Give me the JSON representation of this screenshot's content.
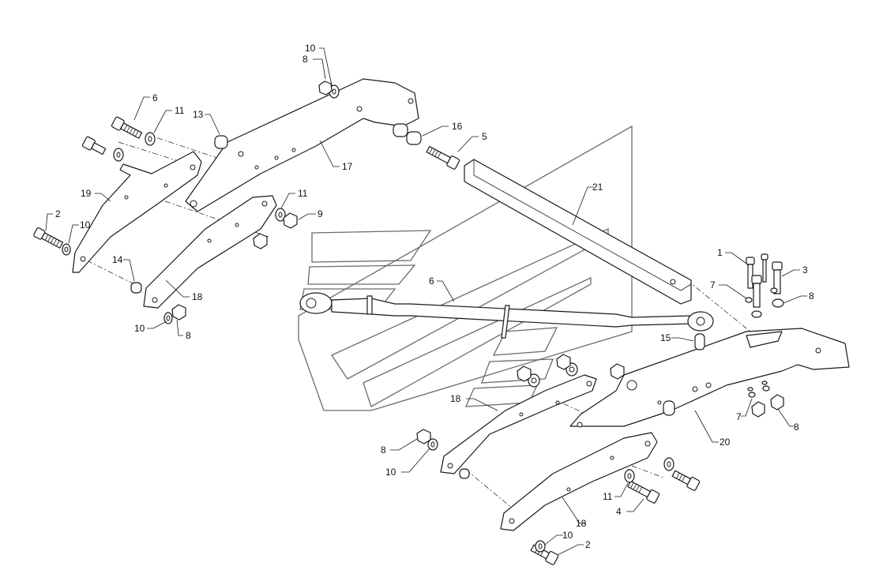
{
  "callouts": [
    {
      "label": "10"
    },
    {
      "label": "8"
    },
    {
      "label": "6"
    },
    {
      "label": "11"
    },
    {
      "label": "13"
    },
    {
      "label": "16"
    },
    {
      "label": "5"
    },
    {
      "label": "17"
    },
    {
      "label": "19"
    },
    {
      "label": "2"
    },
    {
      "label": "10"
    },
    {
      "label": "11"
    },
    {
      "label": "9"
    },
    {
      "label": "21"
    },
    {
      "label": "14"
    },
    {
      "label": "18"
    },
    {
      "label": "10"
    },
    {
      "label": "8"
    },
    {
      "label": "6"
    },
    {
      "label": "1"
    },
    {
      "label": "3"
    },
    {
      "label": "7"
    },
    {
      "label": "8"
    },
    {
      "label": "15"
    },
    {
      "label": "18"
    },
    {
      "label": "7"
    },
    {
      "label": "8"
    },
    {
      "label": "20"
    },
    {
      "label": "8"
    },
    {
      "label": "10"
    },
    {
      "label": "11"
    },
    {
      "label": "4"
    },
    {
      "label": "18"
    },
    {
      "label": "10"
    },
    {
      "label": "2"
    }
  ]
}
